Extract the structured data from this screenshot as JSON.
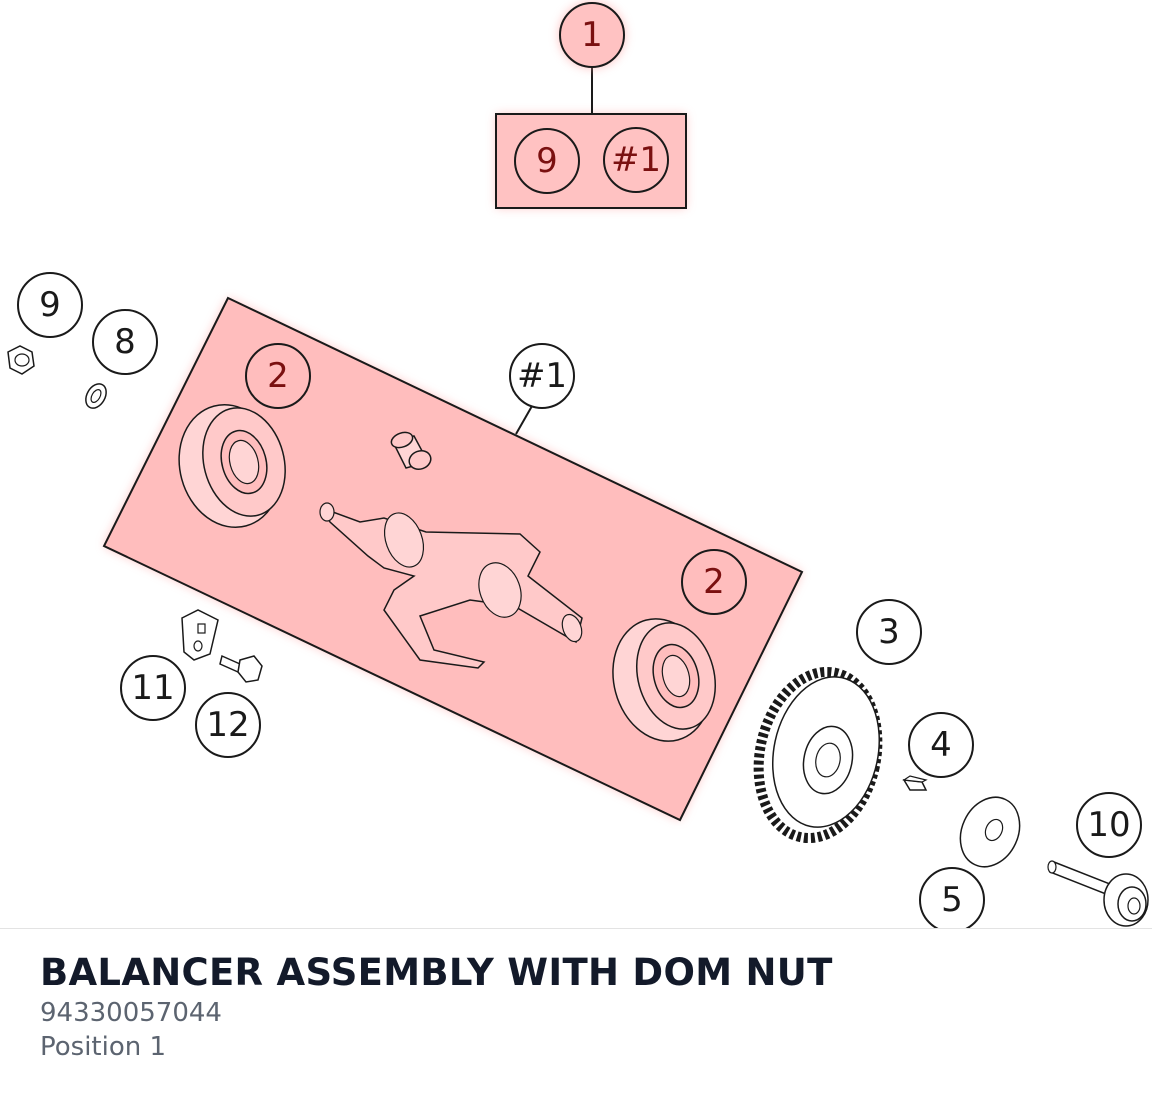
{
  "part": {
    "title": "BALANCER ASSEMBLY WITH DOM NUT",
    "number": "94330057044",
    "position": "Position 1"
  },
  "callouts": {
    "c1": "1",
    "group_9": "9",
    "group_set": "#1",
    "c9": "9",
    "c8": "8",
    "c2a": "2",
    "set": "#1",
    "c2b": "2",
    "c3": "3",
    "c4": "4",
    "c10": "10",
    "c5": "5",
    "c11": "11",
    "c12": "12"
  },
  "colors": {
    "highlight_fill": "#ffb3b3",
    "highlight_text": "#7a1010",
    "line": "#1a1a1a",
    "title": "#131a2a",
    "subtext": "#5c6470"
  },
  "icons": [
    "nut-icon",
    "washer-icon",
    "bearing-icon",
    "sleeve-icon",
    "balancer-shaft-icon",
    "bracket-icon",
    "bolt-icon",
    "gear-icon",
    "key-icon",
    "spacer-washer-icon",
    "stud-bolt-icon"
  ]
}
